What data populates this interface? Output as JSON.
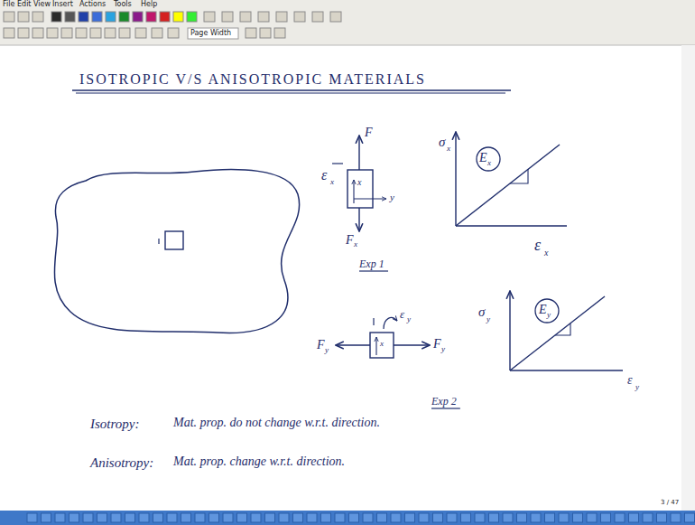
{
  "diagram": {
    "title": "ISOTROPIC V/S ANISOTROPIC MATERIALS",
    "labels": [
      "File",
      "Edit",
      "View",
      "Insert",
      "Actions",
      "Tools",
      "Help",
      "Page Width",
      "F",
      "F",
      "x",
      "ε",
      "x",
      "x",
      "y",
      "σ",
      "x",
      "E",
      "x",
      "ε",
      "x",
      "Exp 1",
      "F",
      "y",
      "F",
      "y",
      "ε",
      "y",
      "x",
      "σ",
      "y",
      "E",
      "y",
      "ε",
      "y",
      "Exp 2",
      "Isotropy:",
      "Mat. prop. do not change w.r.t. direction.",
      "Anisotropy:",
      "Mat. prop. change w.r.t. direction.",
      "3 / 47"
    ]
  }
}
